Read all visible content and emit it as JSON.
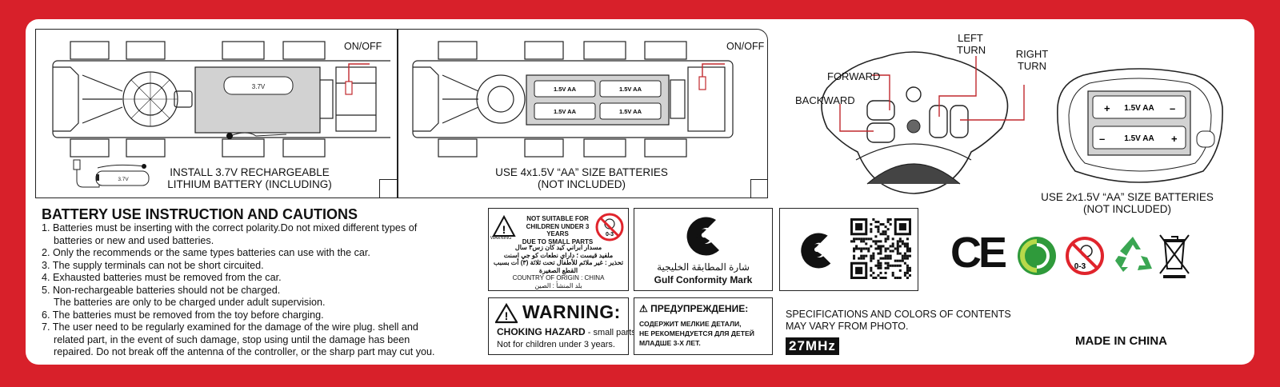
{
  "car_panel": {
    "left": {
      "on_off": "ON/OFF",
      "caption_line1": "INSTALL 3.7V RECHARGEABLE",
      "caption_line2": "LITHIUM BATTERY (INCLUDING)",
      "battery_label": "3.7V",
      "cable_battery_label": "3.7V"
    },
    "right": {
      "on_off": "ON/OFF",
      "caption_line1": "USE 4x1.5V “AA” SIZE BATTERIES",
      "caption_line2": "(NOT INCLUDED)",
      "cell_label": "1.5V AA"
    }
  },
  "controller": {
    "forward": "FORWARD",
    "backward": "BACKWARD",
    "left_turn_1": "LEFT",
    "left_turn_2": "TURN",
    "right_turn_1": "RIGHT",
    "right_turn_2": "TURN",
    "cell_label": "1.5V AA",
    "caption_line1": "USE 2x1.5V “AA” SIZE BATTERIES",
    "caption_line2": "(NOT INCLUDED)"
  },
  "instructions": {
    "title": "BATTERY USE INSTRUCTION AND CAUTIONS",
    "lines": [
      "1. Batteries must be inserting with the correct polarity.Do not mixed different types of",
      "    batteries or new and used batteries.",
      "2. Only the recommends or the same types batteries can use with the car.",
      "3. The supply terminals can not be short circuited.",
      "4. Exhausted batteries must be removed from the car.",
      "5. Non-rechargeable batteries should not be charged.",
      "    The batteries are only to be charged under adult supervision.",
      "6. The batteries must be removed from the toy before charging.",
      "7. The user need to be regularly examined for the damage of the wire plug. shell and",
      "    related part, in the event of such damage, stop using until the damage has been",
      "    repaired. Do not break off the antenna of the controller, or the sharp part may cut you."
    ]
  },
  "arabic_warning": {
    "warning_word": "WARNING",
    "line1": "NOT SUITABLE FOR",
    "line2": "CHILDREN UNDER 3 YEARS",
    "line3": "DUE TO SMALL PARTS",
    "ar1": "مسدار ابراني كيد كان زس٣ سال",
    "ar2": "ملفيد قيست ؛ داراي نطعات كو جي اسنت",
    "ar3": "تحذير : غير ملائم للأطفال تحت ثلاثة (٣) أت بسبب",
    "ar4": "القطع الصغيرة",
    "origin": "COUNTRY OF ORIGIN : CHINA",
    "origin_ar": "بلد المنشأ : الصين",
    "age": "0-3"
  },
  "gulf_mark": {
    "arabic": "شارة المطابقة الخليجية",
    "english": "Gulf Conformity Mark"
  },
  "warning_en": {
    "title": "WARNING:",
    "hazard": "CHOKING HAZARD",
    "hazard_rest": " - small parts,",
    "line2": "Not for children under 3 years."
  },
  "warning_ru": {
    "title": "ПРЕДУПРЕЖДЕНИЕ:",
    "line1": "СОДЕРЖИТ МЕЛКИЕ ДЕТАЛИ,",
    "line2": "НЕ РЕКОМЕНДУЕТСЯ ДЛЯ ДЕТЕЙ",
    "line3": "МЛАДШЕ 3-Х ЛЕТ."
  },
  "specs": {
    "line1": "SPECIFICATIONS AND COLORS OF CONTENTS",
    "line2": "MAY VARY FROM PHOTO.",
    "frequency": "27MHz"
  },
  "marks": {
    "ce": "CE",
    "age": "0-3"
  },
  "made_in": "MADE IN CHINA",
  "colors": {
    "background_red": "#d8202a",
    "green_dot": "#2f9a3b",
    "recycle": "#3aa652",
    "no_red": "#e0242c"
  }
}
